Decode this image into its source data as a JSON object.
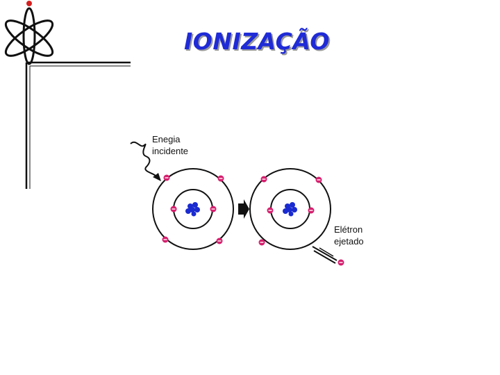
{
  "title": "IONIZAÇÃO",
  "labels": {
    "incident_energy_line1": "Enegia",
    "incident_energy_line2": "incidente",
    "ejected_electron_line1": "Elétron",
    "ejected_electron_line2": "ejetado"
  },
  "electron_sign": "−",
  "colors": {
    "title": "#1f2bd6",
    "electron": "#d61f6e",
    "nucleus": "#1a2bd0",
    "lines": "#111111"
  }
}
